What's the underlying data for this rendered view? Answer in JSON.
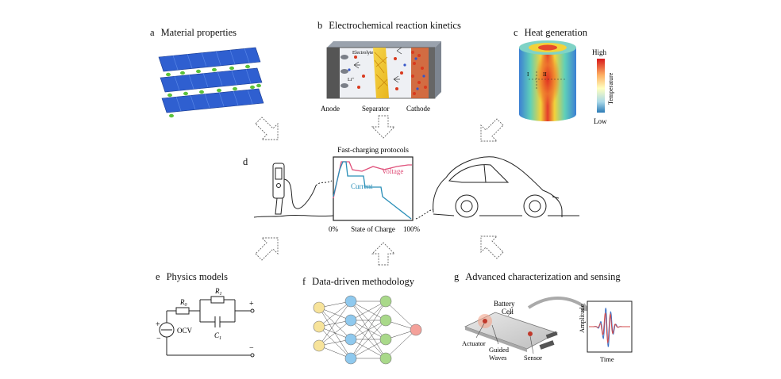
{
  "panels": {
    "a": {
      "letter": "a",
      "title": "Material properties"
    },
    "b": {
      "letter": "b",
      "title": "Electrochemical reaction kinetics",
      "labels": {
        "electrolyte": "Electrolyte",
        "li": "Li⁺",
        "anode": "Anode",
        "separator": "Separator",
        "cathode": "Cathode"
      }
    },
    "c": {
      "letter": "c",
      "title": "Heat generation",
      "labels": {
        "high": "High",
        "low": "Low",
        "temperature": "Temperature",
        "region_1": "I",
        "region_2": "II"
      }
    },
    "d": {
      "letter": "d",
      "chart_title": "Fast-charging protocols",
      "voltage": "Voltage",
      "current": "Current",
      "x_start": "0%",
      "x_label": "State of Charge",
      "x_end": "100%",
      "colors": {
        "voltage": "#e0507a",
        "current": "#2a8fb8"
      }
    },
    "e": {
      "letter": "e",
      "title": "Physics models",
      "labels": {
        "r0": "R",
        "r0_sub": "0",
        "r1": "R",
        "r1_sub": "1",
        "c1": "C",
        "c1_sub": "1",
        "ocv": "OCV",
        "plus": "+",
        "minus": "−"
      }
    },
    "f": {
      "letter": "f",
      "title": "Data-driven methodology",
      "layer_colors": [
        "#f7e39a",
        "#8fc9ee",
        "#a9d98a",
        "#f4a19a"
      ]
    },
    "g": {
      "letter": "g",
      "title": "Advanced characterization and sensing",
      "labels": {
        "battery": "Battery",
        "cell": "Cell",
        "actuator": "Actuator",
        "guided": "Guided",
        "waves": "Waves",
        "sensor": "Sensor",
        "amplitude": "Amplitude",
        "time": "Time"
      }
    }
  }
}
